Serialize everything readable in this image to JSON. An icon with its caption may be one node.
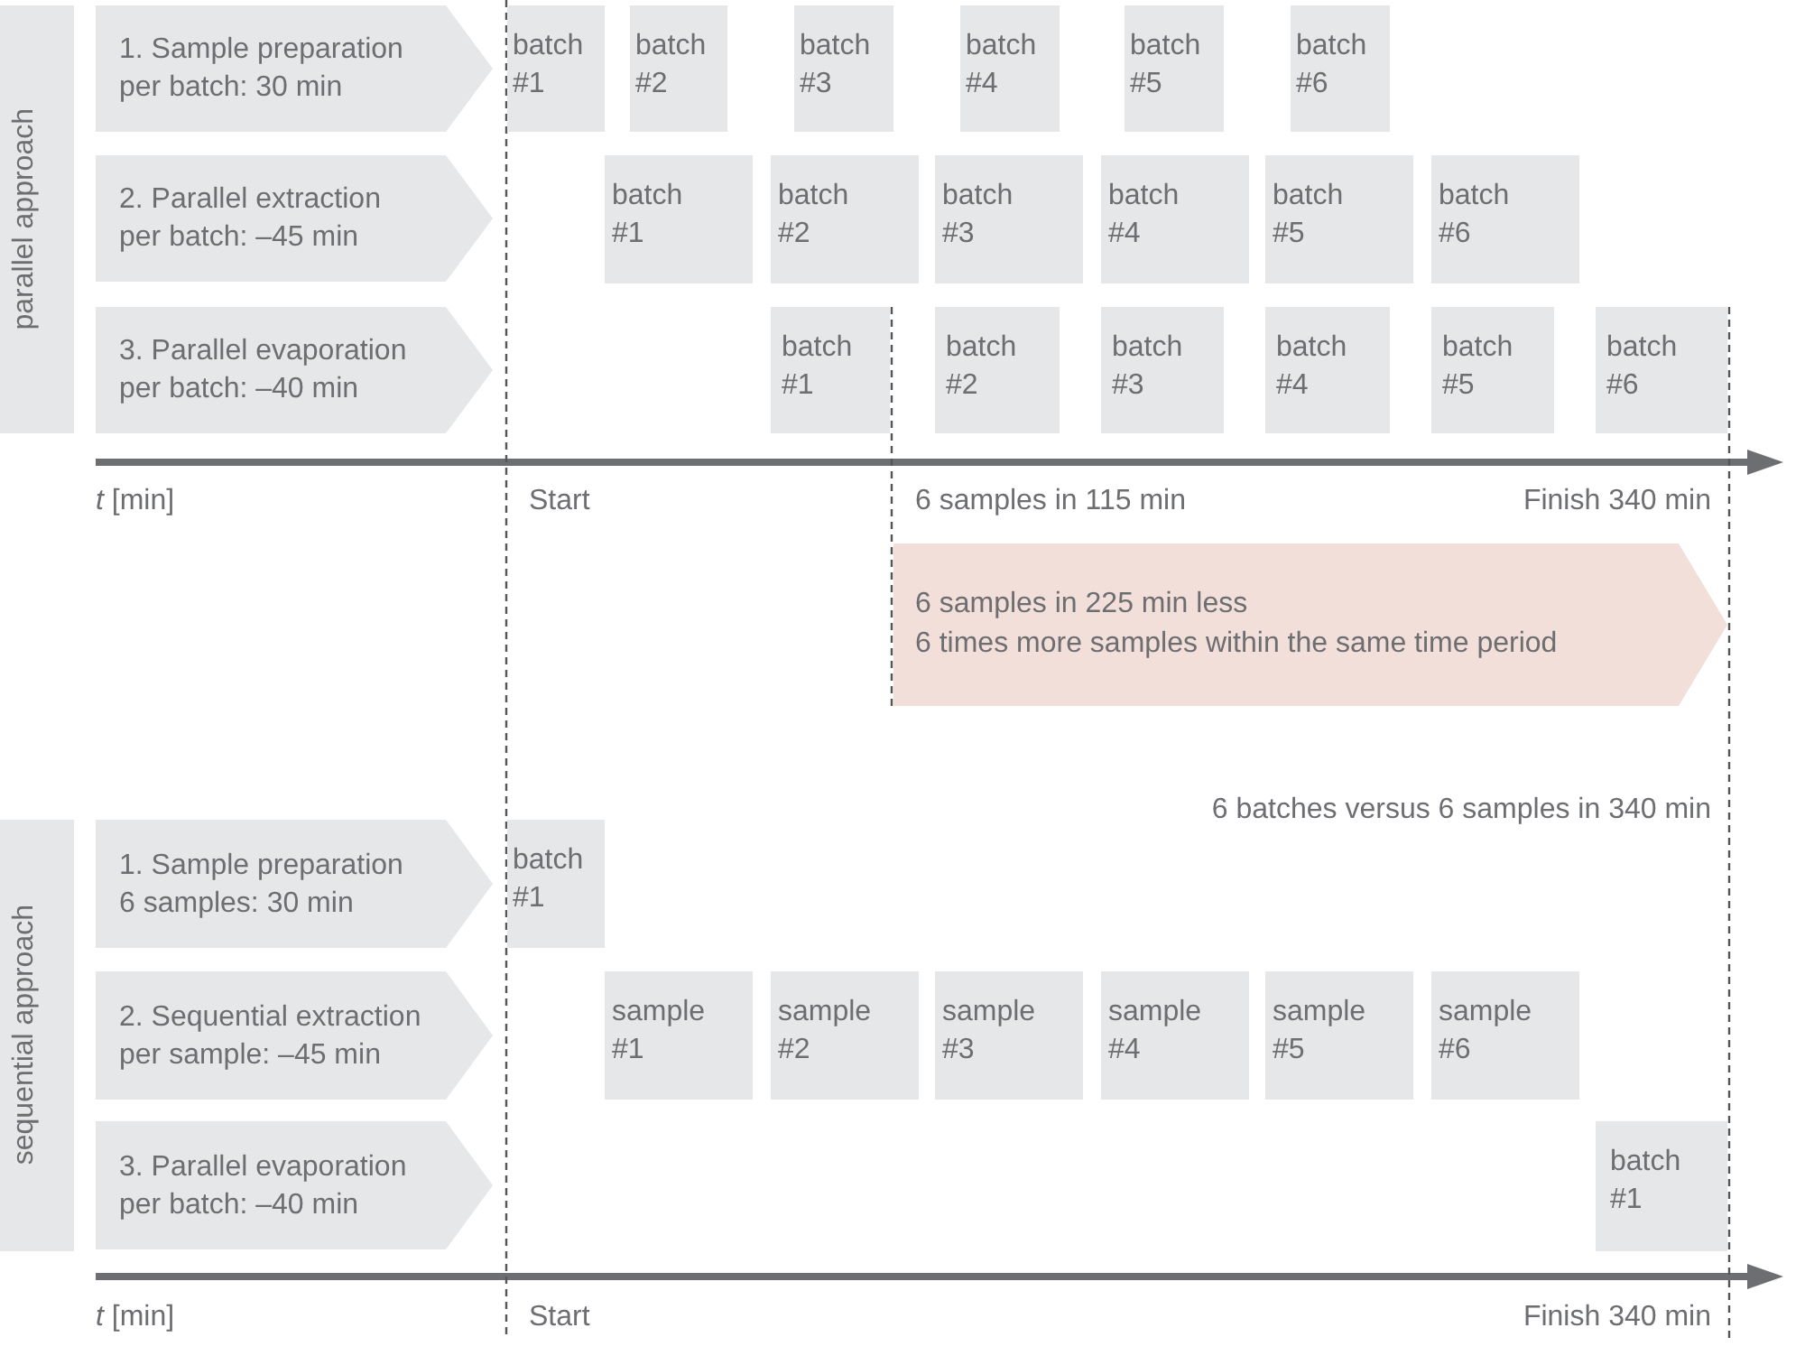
{
  "diagram": {
    "nodes": [
      {
        "text": [
          "parallel approach"
        ]
      },
      {
        "text": [
          "1. Sample preparation",
          "per batch: 30 min"
        ]
      },
      {
        "text": [
          "batch #1"
        ]
      },
      {
        "text": [
          "batch #2"
        ]
      },
      {
        "text": [
          "batch #3"
        ]
      },
      {
        "text": [
          "batch #4"
        ]
      },
      {
        "text": [
          "batch #5"
        ]
      },
      {
        "text": [
          "batch #6"
        ]
      },
      {
        "text": [
          "2. Parallel extraction",
          "per batch: –45 min"
        ]
      },
      {
        "text": [
          "batch #1"
        ]
      },
      {
        "text": [
          "batch #2"
        ]
      },
      {
        "text": [
          "batch #3"
        ]
      },
      {
        "text": [
          "batch #4"
        ]
      },
      {
        "text": [
          "batch #5"
        ]
      },
      {
        "text": [
          "batch #6"
        ]
      },
      {
        "text": [
          "3. Parallel evaporation",
          "per batch: –40 min"
        ]
      },
      {
        "text": [
          "batch #1"
        ]
      },
      {
        "text": [
          "batch #2"
        ]
      },
      {
        "text": [
          "batch #3"
        ]
      },
      {
        "text": [
          "batch #4"
        ]
      },
      {
        "text": [
          "batch #5"
        ]
      },
      {
        "text": [
          "batch #6"
        ]
      },
      {
        "text": [
          "6 samples in 225 min less",
          "6 times more samples within the same time period"
        ]
      },
      {
        "text": [
          "sequential approach"
        ]
      },
      {
        "text": [
          "1. Sample preparation",
          "6 samples: 30 min"
        ]
      },
      {
        "text": [
          "batch #1"
        ]
      },
      {
        "text": [
          "2. Sequential extraction",
          "per sample: –45 min"
        ]
      },
      {
        "text": [
          "sample #1"
        ]
      },
      {
        "text": [
          "sample #2"
        ]
      },
      {
        "text": [
          "sample #3"
        ]
      },
      {
        "text": [
          "sample #4"
        ]
      },
      {
        "text": [
          "sample #5"
        ]
      },
      {
        "text": [
          "sample #6"
        ]
      },
      {
        "text": [
          "3. Parallel evaporation",
          "per batch: –40 min"
        ]
      },
      {
        "text": [
          "batch #1"
        ]
      }
    ],
    "labels": [
      "*t* [min]",
      "Start",
      "6 samples in 115 min",
      "Finish 340 min",
      "6 batches versus 6 samples in 340 min",
      "*t* [min]",
      "Start",
      "Finish 340 min"
    ]
  }
}
